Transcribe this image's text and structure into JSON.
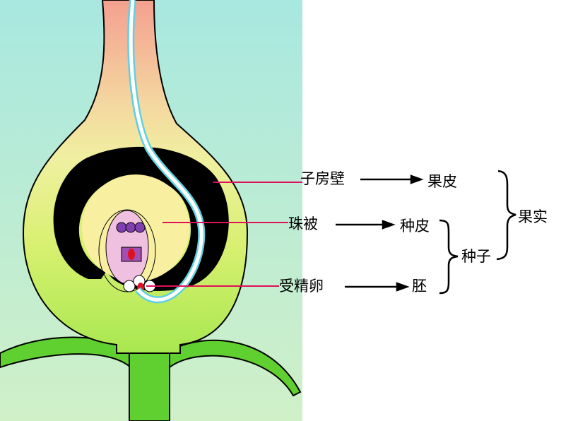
{
  "labels": {
    "ovary_wall": "子房壁",
    "integument": "珠被",
    "fertilized_egg": "受精卵",
    "pericarp": "果皮",
    "seed_coat": "种皮",
    "embryo": "胚",
    "seed": "种子",
    "fruit": "果实"
  },
  "colors": {
    "background": "#b8ecd8",
    "style": "#f0a090",
    "ovary": "#d8f070",
    "ovule_wall": "#000000",
    "integument": "#f8f0a0",
    "embryo_sac": "#f0c0e0",
    "leader_line": "#e0105a"
  }
}
